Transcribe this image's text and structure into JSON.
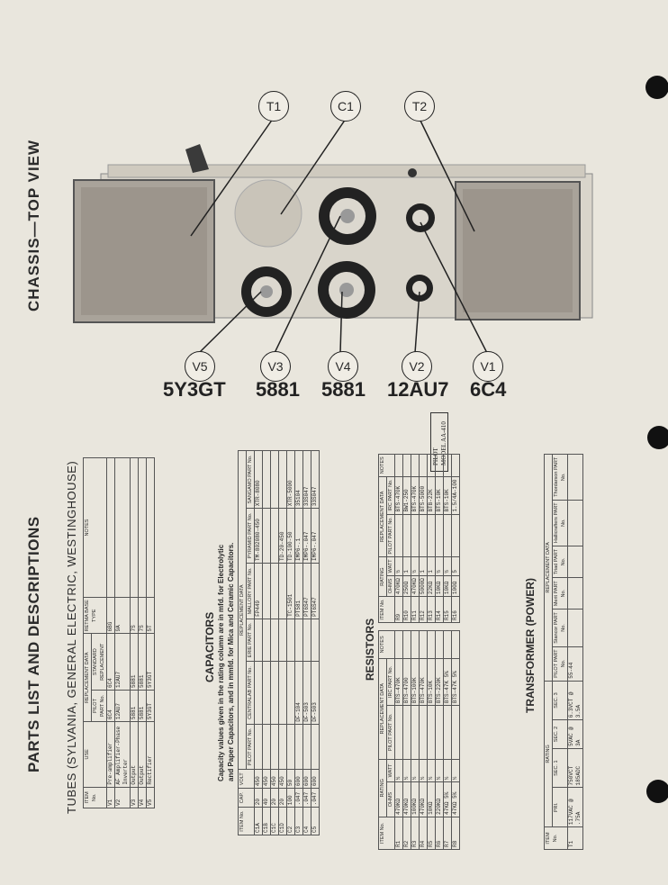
{
  "header": {
    "pilot": "PILOT",
    "model": "MODEL AA-410"
  },
  "chassis": {
    "title": "CHASSIS—TOP VIEW",
    "callouts_top": [
      "T1",
      "C1",
      "T2"
    ],
    "callouts_bottom": [
      "V5",
      "V3",
      "V4",
      "V2",
      "V1"
    ],
    "tube_types": [
      "5Y3GT",
      "5881",
      "5881",
      "12AU7",
      "6C4"
    ]
  },
  "parts_title": "PARTS LIST AND DESCRIPTIONS",
  "tubes": {
    "title": "TUBES (SYLVANIA, GENERAL ELECTRIC, WESTINGHOUSE)",
    "group_header": "REPLACEMENT DATA",
    "columns": [
      "ITEM No.",
      "USE",
      "PILOT PART No.",
      "STANDARD REPLACEMENT",
      "RETMA BASE TYPE",
      "NOTES"
    ],
    "rows": [
      [
        "V1",
        "Pre-amplifier",
        "6C4",
        "6C4",
        "6BG",
        ""
      ],
      [
        "V2",
        "AF Amplifier-Phase Inverter",
        "12AU7",
        "12AU7",
        "9A",
        ""
      ],
      [
        "V3",
        "Output",
        "5881",
        "5881",
        "7S",
        ""
      ],
      [
        "V4",
        "Output",
        "5881",
        "5881",
        "7S",
        ""
      ],
      [
        "V5",
        "Rectifier",
        "5Y3GT",
        "5Y3GT",
        "5T",
        ""
      ]
    ]
  },
  "capacitors": {
    "title": "CAPACITORS",
    "note_line1": "Capacity values given in the rating column are in mfd. for Electrolytic",
    "note_line2": "and Paper Capacitors, and in mmfd. for Mica and Ceramic Capacitors.",
    "group_header": "REPLACEMENT DATA",
    "columns": [
      "ITEM No.",
      "CAP.",
      "VOLT",
      "PILOT PART No.",
      "CENTRALAB PART No.",
      "ERIE PART No.",
      "MALLORY PART No.",
      "PYRAMID PART No.",
      "SANGAMO PART No."
    ],
    "rows": [
      [
        "C1A",
        "20",
        "450",
        "",
        "",
        "",
        "FP449",
        "TM-802080-450",
        "XTR-8080"
      ],
      [
        "C1B",
        "40",
        "450",
        "",
        "",
        "",
        "",
        "",
        ""
      ],
      [
        "C1C",
        "20",
        "450",
        "",
        "",
        "",
        "",
        "",
        ""
      ],
      [
        "C1D",
        "20",
        "450",
        "",
        "",
        "",
        "",
        "TD-20-450",
        ""
      ],
      [
        "C2",
        "100",
        "50",
        "",
        "",
        "",
        "TC-1501",
        "TD-100-50",
        "XTR-5000"
      ],
      [
        "C3",
        ".047",
        "600",
        "",
        "DF-104",
        "",
        "PT581",
        "IMP6-.1",
        "35104"
      ],
      [
        "C4",
        ".047",
        "600",
        "",
        "DF-503",
        "",
        "PT6S47",
        "IMP6-.047",
        "33S047"
      ],
      [
        "C5",
        ".047",
        "600",
        "",
        "DF-503",
        "",
        "PT6S47",
        "IMP6-.047",
        "33S047"
      ]
    ]
  },
  "resistors": {
    "title": "RESISTORS",
    "rating_header": "RATING",
    "group_header": "REPLACEMENT DATA",
    "columns_left": [
      "ITEM No.",
      "OHMS",
      "WATT",
      "PILOT PART No.",
      "IRC PART No.",
      "NOTES"
    ],
    "rows_left": [
      [
        "R1",
        "470KΩ",
        "½",
        "",
        "BTS-470K",
        ""
      ],
      [
        "R2",
        "470KΩ",
        "½",
        "",
        "BTS-4700",
        ""
      ],
      [
        "R3",
        "100KΩ",
        "½",
        "",
        "BTS-100K",
        ""
      ],
      [
        "R4",
        "470KΩ",
        "½",
        "",
        "BTS-470K",
        ""
      ],
      [
        "R5",
        "10KΩ",
        "½",
        "",
        "BTS-10K",
        ""
      ],
      [
        "R6",
        "220KΩ",
        "½",
        "",
        "BTS-220K",
        ""
      ],
      [
        "R7",
        "47KΩ 5%",
        "½",
        "",
        "BTS-47K 5%",
        ""
      ],
      [
        "R8",
        "47KΩ 5%",
        "½",
        "",
        "BTS-47K 5%",
        ""
      ]
    ],
    "columns_right": [
      "ITEM No.",
      "OHMS",
      "WATT",
      "PILOT PART No.",
      "IRC PART No.",
      "NOTES"
    ],
    "rows_right": [
      [
        "R9",
        "470KΩ",
        "½",
        "",
        "BTS-470K",
        ""
      ],
      [
        "R10",
        "250Ω",
        "1",
        "",
        "BW1-250",
        ""
      ],
      [
        "R11",
        "470KΩ",
        "½",
        "",
        "BTS-470K",
        ""
      ],
      [
        "R12",
        "5000Ω",
        "1",
        "",
        "BTS-5000",
        ""
      ],
      [
        "R13",
        "22KΩ",
        "1",
        "",
        "BTB-22K",
        ""
      ],
      [
        "R14",
        "10KΩ",
        "½",
        "",
        "BTS-10K",
        ""
      ],
      [
        "R15",
        "10KΩ",
        "½",
        "",
        "BTS-10K",
        ""
      ],
      [
        "R16",
        "100Ω",
        "5",
        "",
        "1.5/4A-100",
        ""
      ]
    ]
  },
  "transformer": {
    "title": "TRANSFORMER (POWER)",
    "rating_header": "RATING",
    "group_header": "REPLACEMENT DATA",
    "columns": [
      "ITEM No.",
      "PRI.",
      "SEC. 1",
      "SEC. 2",
      "SEC. 3",
      "PILOT PART No.",
      "Stancor PART No.",
      "Merit PART No.",
      "Triad PART No.",
      "Hallicrafters PART No.",
      "Thordarson PART No."
    ],
    "rows": [
      [
        "T1",
        "117VAC @ .75A",
        "750VCT 185ADC",
        "5VAC @ 3A",
        "6.3VCT @ 3.5A",
        "55-44",
        "",
        "",
        "",
        "",
        ""
      ]
    ]
  }
}
